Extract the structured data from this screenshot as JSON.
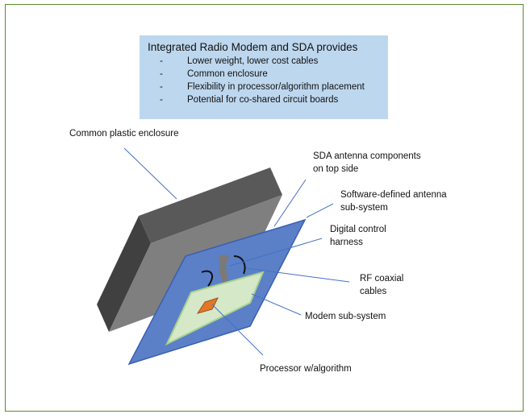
{
  "callout": {
    "title": "Integrated Radio Modem and SDA provides",
    "bullet": "-",
    "items": [
      "Lower weight,  lower cost cables",
      "Common  enclosure",
      "Flexibility in processor/algorithm placement",
      "Potential for co-shared circuit boards"
    ]
  },
  "labels": {
    "enclosure": "Common  plastic enclosure",
    "sda_components_1": "SDA antenna components",
    "sda_components_2": "on top side",
    "sda_subsystem_1": "Software-defined antenna",
    "sda_subsystem_2": "sub-system",
    "digital_harness_1": "Digital  control",
    "digital_harness_2": "harness",
    "rf_cables_1": "RF coaxial",
    "rf_cables_2": "cables",
    "modem": "Modem sub-system",
    "processor": "Processor w/algorithm"
  },
  "colors": {
    "frame": "#5b8a2e",
    "callout_bg": "#bdd7ee",
    "leader": "#4472c4",
    "enclosure_top": "#595959",
    "enclosure_front": "#7f7f7f",
    "enclosure_side": "#404040",
    "antenna_board": "#5b80c8",
    "modem_board": "#d5e8c8",
    "processor": "#e07828"
  }
}
